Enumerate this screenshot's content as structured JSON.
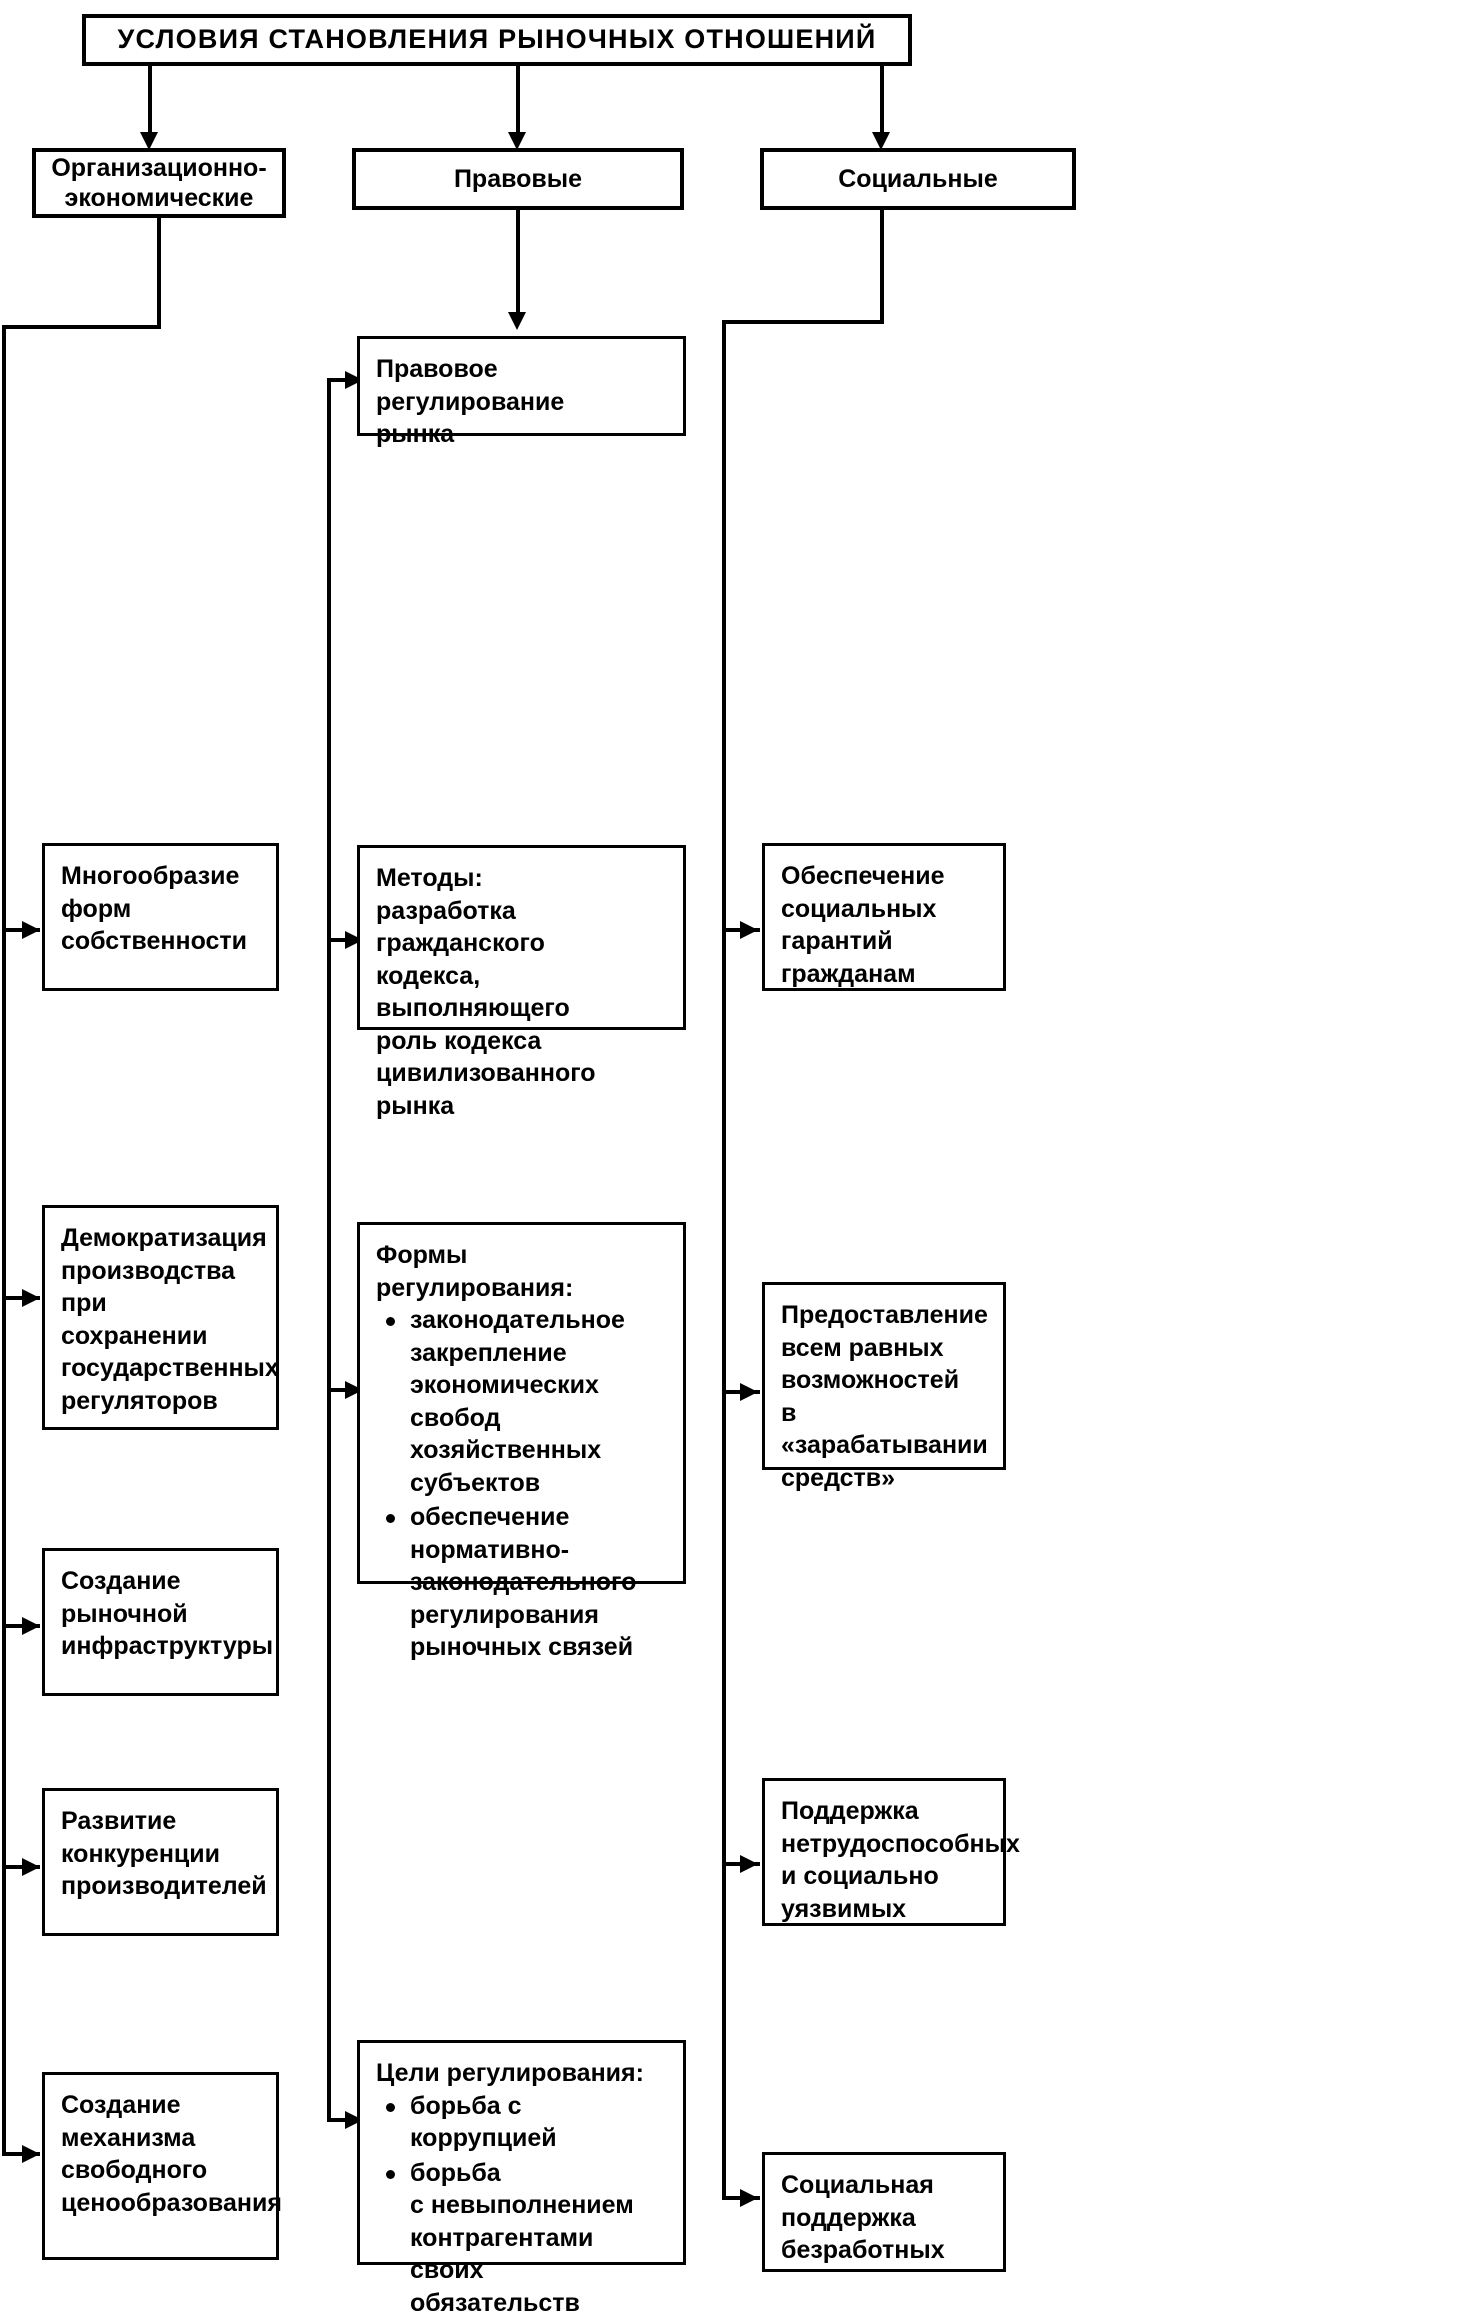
{
  "diagram": {
    "title": "УСЛОВИЯ СТАНОВЛЕНИЯ РЫНОЧНЫХ ОТНОШЕНИЙ",
    "categories": [
      {
        "id": "org-econ",
        "label": "Организационно-\nэкономические"
      },
      {
        "id": "legal",
        "label": "Правовые"
      },
      {
        "id": "social",
        "label": "Социальные"
      }
    ],
    "left_column": [
      {
        "id": "left-1",
        "text": "Многообразие\nформ\nсобственности"
      },
      {
        "id": "left-2",
        "text": "Демократизация\nпроизводства\nпри сохранении\nгосударственных\nрегуляторов"
      },
      {
        "id": "left-3",
        "text": "Создание\nрыночной\nинфраструктуры"
      },
      {
        "id": "left-4",
        "text": "Развитие\nконкуренции\nпроизводителей"
      },
      {
        "id": "left-5",
        "text": "Создание\nмеханизма\nсвободного\nценообразования"
      }
    ],
    "middle_column": [
      {
        "id": "mid-1",
        "header": "Правовое регулирование\nрынка",
        "bullets": []
      },
      {
        "id": "mid-2",
        "header": "Методы:\nразработка гражданского\nкодекса, выполняющего\nроль кодекса\nцивилизованного рынка",
        "bullets": []
      },
      {
        "id": "mid-3",
        "header": "Формы регулирования:",
        "bullets": [
          "законодательное\nзакрепление\nэкономических свобод\nхозяйственных\nсубъектов",
          "обеспечение\nнормативно-\nзаконодательного\nрегулирования\nрыночных связей"
        ]
      },
      {
        "id": "mid-4",
        "header": "Цели регулирования:",
        "bullets": [
          "борьба с коррупцией",
          "борьба\nс невыполнением\nконтрагентами своих\nобязательств"
        ]
      }
    ],
    "right_column": [
      {
        "id": "right-1",
        "text": "Обеспечение\nсоциальных\nгарантий\nгражданам"
      },
      {
        "id": "right-2",
        "text": "Предоставление\nвсем равных\nвозможностей\nв «зарабатывании\nсредств»"
      },
      {
        "id": "right-3",
        "text": "Поддержка\nнетрудоспособных\nи социально\nуязвимых"
      },
      {
        "id": "right-4",
        "text": "Социальная\nподдержка\nбезработных"
      }
    ],
    "colors": {
      "line": "#000000",
      "box_fill": "#ffffff",
      "text": "#000000"
    }
  }
}
